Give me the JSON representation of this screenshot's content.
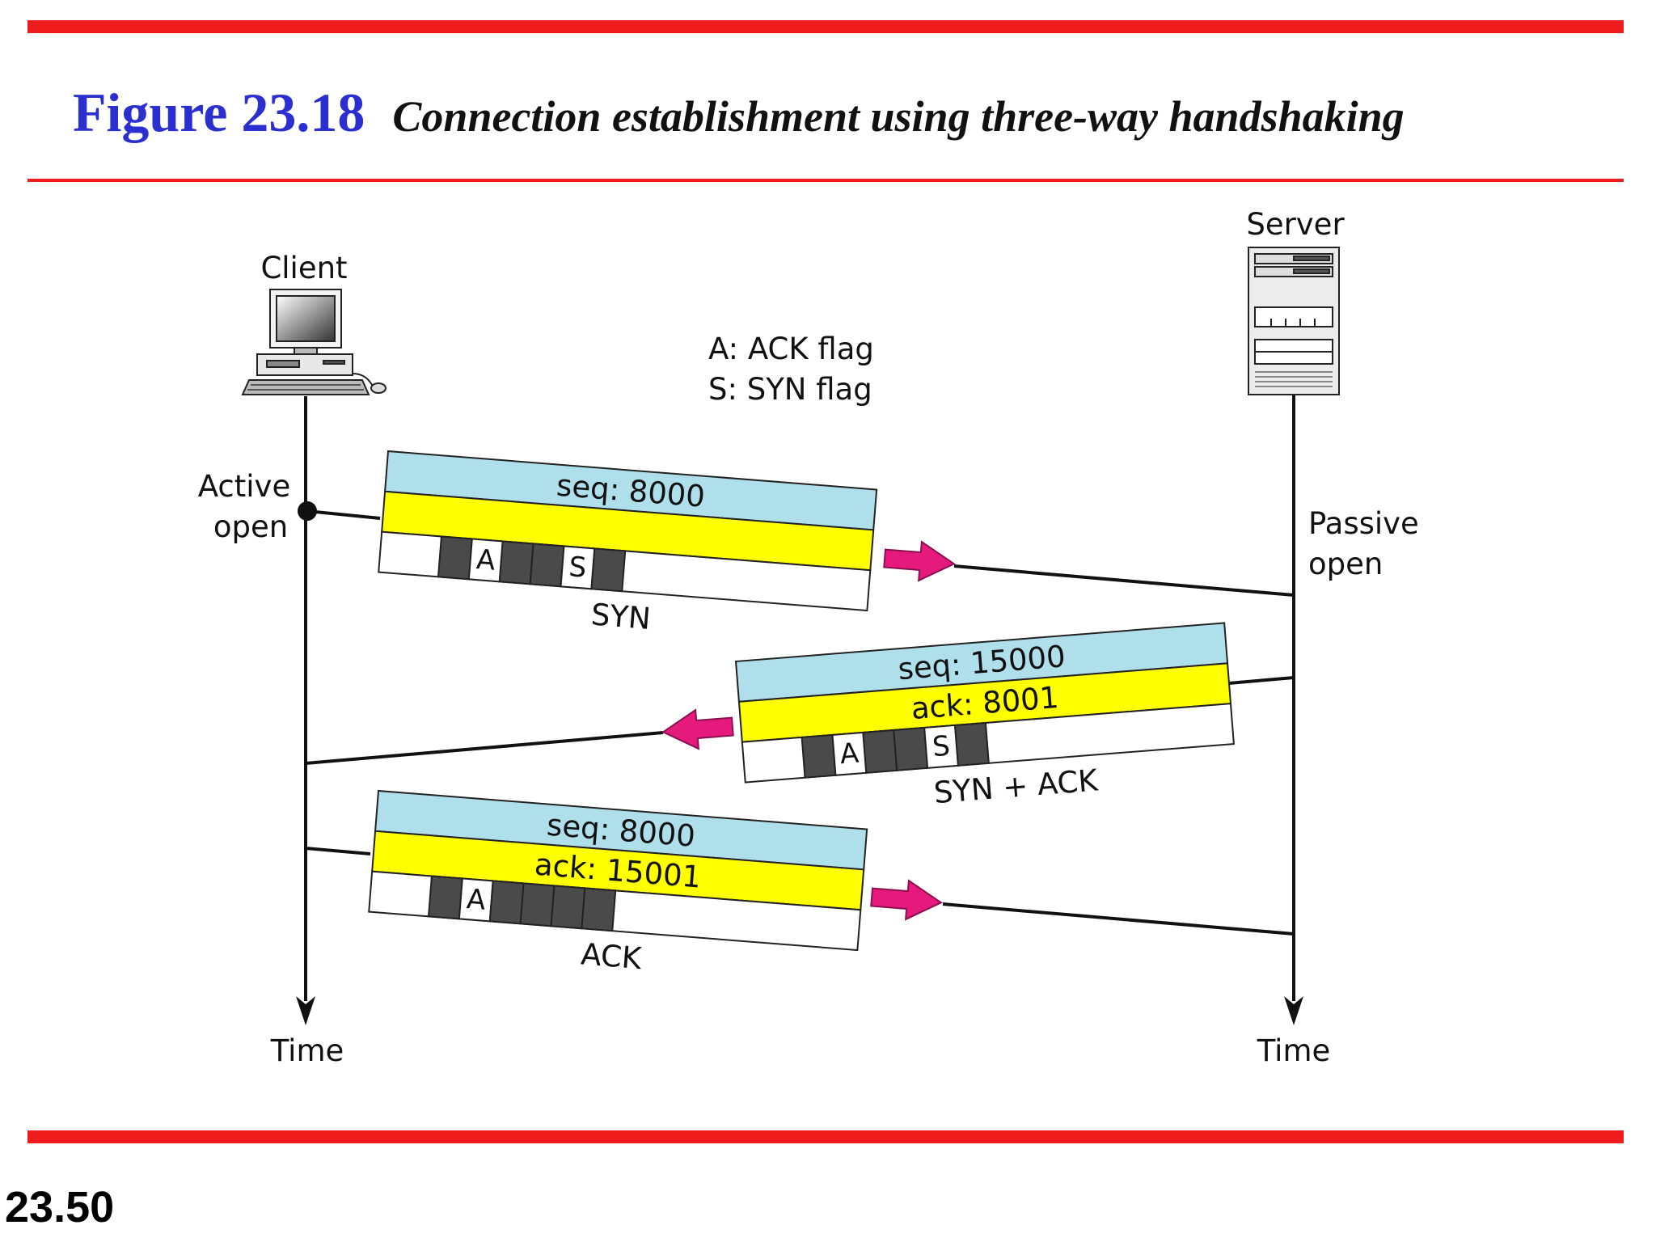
{
  "figure": {
    "number": "Figure 23.18",
    "caption": "Connection establishment using three-way handshaking"
  },
  "slide_number": "23.50",
  "actors": {
    "client": {
      "label": "Client",
      "state": [
        "Active",
        "open"
      ],
      "time_label": "Time"
    },
    "server": {
      "label": "Server",
      "state": [
        "Passive",
        "open"
      ],
      "time_label": "Time"
    }
  },
  "legend": [
    "A: ACK flag",
    "S: SYN flag"
  ],
  "segments": [
    {
      "name": "SYN",
      "direction": "client-to-server",
      "seq": "seq: 8000",
      "ack": "",
      "flags": [
        "",
        "",
        "A",
        "",
        "",
        "S",
        ""
      ]
    },
    {
      "name": "SYN + ACK",
      "direction": "server-to-client",
      "seq": "seq: 15000",
      "ack": "ack: 8001",
      "flags": [
        "",
        "",
        "A",
        "",
        "",
        "S",
        ""
      ]
    },
    {
      "name": "ACK",
      "direction": "client-to-server",
      "seq": "seq: 8000",
      "ack": "ack: 15001",
      "flags": [
        "",
        "",
        "A",
        "",
        "",
        "",
        ""
      ]
    }
  ],
  "colors": {
    "rule": "#ee1c1c",
    "title": "#2b2fcf",
    "seq_band": "#b0dfec",
    "ack_band": "#ffff00",
    "flag_dark": "#4a4a4a",
    "arrow": "#e6197d"
  }
}
